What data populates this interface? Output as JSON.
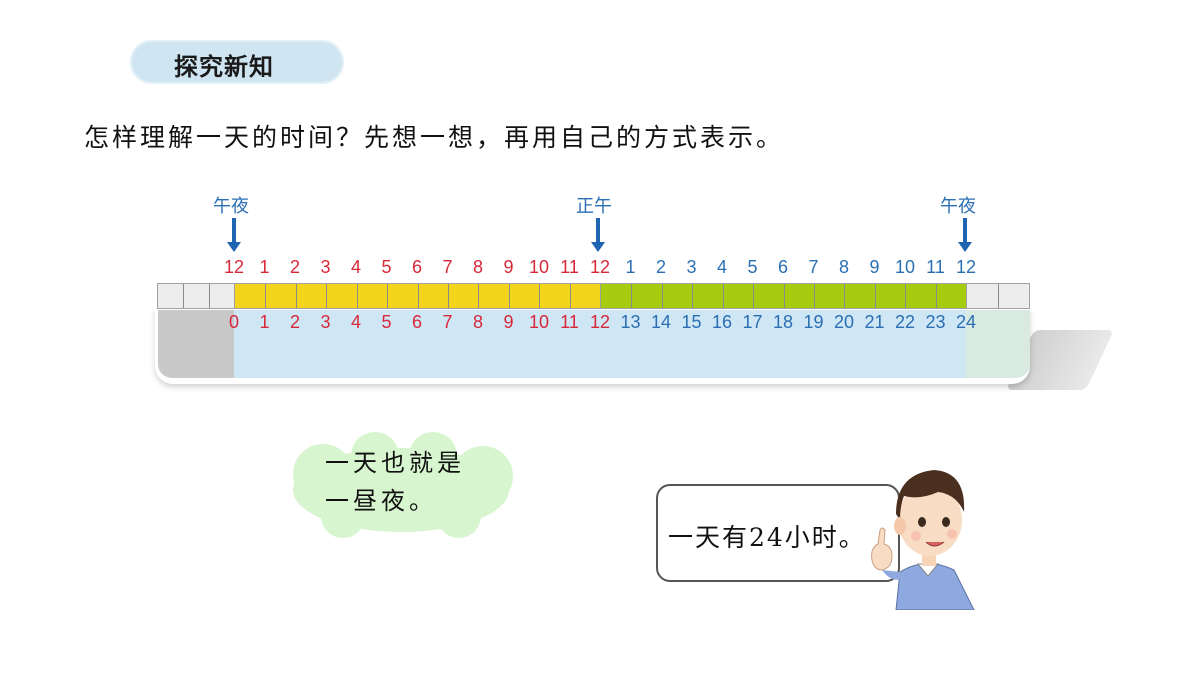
{
  "section_label": "探究新知",
  "question": "怎样理解一天的时间？先想一想，再用自己的方式表示。",
  "markers": {
    "midnight_left": "午夜",
    "noon": "正午",
    "midnight_right": "午夜"
  },
  "top_scale": [
    "12",
    "1",
    "2",
    "3",
    "4",
    "5",
    "6",
    "7",
    "8",
    "9",
    "10",
    "11",
    "12",
    "1",
    "2",
    "3",
    "4",
    "5",
    "6",
    "7",
    "8",
    "9",
    "10",
    "11",
    "12"
  ],
  "bottom_scale": [
    "0",
    "1",
    "2",
    "3",
    "4",
    "5",
    "6",
    "7",
    "8",
    "9",
    "10",
    "11",
    "12",
    "13",
    "14",
    "15",
    "16",
    "17",
    "18",
    "19",
    "20",
    "21",
    "22",
    "23",
    "24"
  ],
  "cloud_text_line1": "一天也就是",
  "cloud_text_line2": "一昼夜。",
  "speech_text": "一天有24小时。",
  "colors": {
    "am_red": "#d8283a",
    "pm_blue": "#2a6fb3",
    "am_band": "#f2d41c",
    "pm_band": "#a6cc10",
    "arrow": "#1f64b0"
  }
}
